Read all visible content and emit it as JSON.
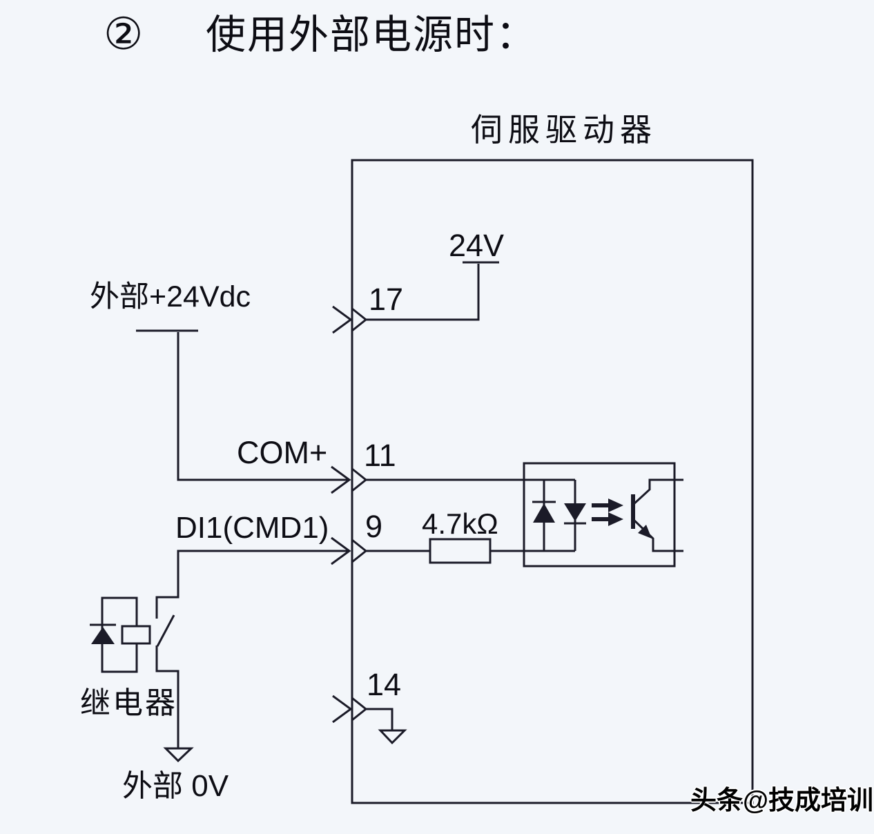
{
  "title": {
    "number": "②",
    "text": "使用外部电源时："
  },
  "driver": {
    "label": "伺服驱动器"
  },
  "power": {
    "internal_rail_label": "24V",
    "external_positive_label": "外部+24Vdc",
    "external_zero_label": "外部 0V"
  },
  "signals": {
    "com_label": "COM+",
    "di1_label": "DI1(CMD1)"
  },
  "components": {
    "resistor_value": "4.7kΩ",
    "relay_label": "继电器"
  },
  "pins": {
    "p17": "17",
    "p11": "11",
    "p9": "9",
    "p14": "14"
  },
  "watermark": {
    "text": "头条@技成培训"
  },
  "colors": {
    "background": "#f3f6fa",
    "line": "#1b1b28",
    "text": "#0d0d14"
  }
}
